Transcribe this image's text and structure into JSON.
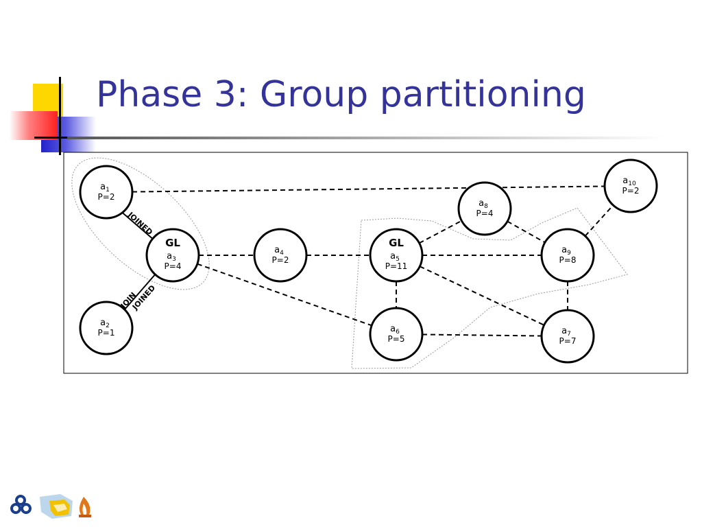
{
  "slide": {
    "title": "Phase 3: Group partitioning"
  },
  "diagram": {
    "nodes": [
      {
        "id": "a1",
        "name": "a",
        "sub": "1",
        "p": "P=2",
        "gl": ""
      },
      {
        "id": "a2",
        "name": "a",
        "sub": "2",
        "p": "P=1",
        "gl": ""
      },
      {
        "id": "a3",
        "name": "a",
        "sub": "3",
        "p": "P=4",
        "gl": "GL"
      },
      {
        "id": "a4",
        "name": "a",
        "sub": "4",
        "p": "P=2",
        "gl": ""
      },
      {
        "id": "a5",
        "name": "a",
        "sub": "5",
        "p": "P=11",
        "gl": "GL"
      },
      {
        "id": "a6",
        "name": "a",
        "sub": "6",
        "p": "P=5",
        "gl": ""
      },
      {
        "id": "a7",
        "name": "a",
        "sub": "7",
        "p": "P=7",
        "gl": ""
      },
      {
        "id": "a8",
        "name": "a",
        "sub": "8",
        "p": "P=4",
        "gl": ""
      },
      {
        "id": "a9",
        "name": "a",
        "sub": "9",
        "p": "P=8",
        "gl": ""
      },
      {
        "id": "a10",
        "name": "a",
        "sub": "10",
        "p": "P=2",
        "gl": ""
      }
    ],
    "edges": [
      [
        "a1",
        "a10"
      ],
      [
        "a3",
        "a4"
      ],
      [
        "a4",
        "a5"
      ],
      [
        "a3",
        "a6"
      ],
      [
        "a5",
        "a8"
      ],
      [
        "a8",
        "a9"
      ],
      [
        "a5",
        "a9"
      ],
      [
        "a9",
        "a10"
      ],
      [
        "a5",
        "a6"
      ],
      [
        "a5",
        "a7"
      ],
      [
        "a6",
        "a7"
      ],
      [
        "a9",
        "a7"
      ]
    ],
    "link_labels": {
      "joined_top": "JOINED",
      "join": "JOIN",
      "joined_bottom": "JOINED"
    }
  },
  "footer": {
    "icons": [
      "trefoil-logo-icon",
      "cube-logo-icon",
      "flame-logo-icon"
    ]
  }
}
